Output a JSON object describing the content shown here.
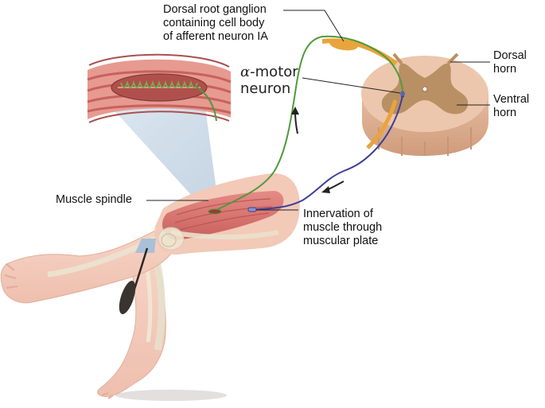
{
  "labels": {
    "dorsal_root_ganglion": [
      "Dorsal root ganglion",
      "containing cell body",
      "of afferent neuron IA"
    ],
    "motor_neuron": {
      "symbol": "α",
      "line1": "-motor",
      "line2": "neuron"
    },
    "dorsal_horn": [
      "Dorsal",
      "horn"
    ],
    "ventral_horn": [
      "Ventral",
      "horn"
    ],
    "muscle_spindle": "Muscle spindle",
    "innervation": [
      "Innervation of",
      "muscle through",
      "muscular plate"
    ]
  },
  "colors": {
    "afferent_neuron": "#4e9a3c",
    "efferent_neuron": "#3c3f97",
    "ganglion": "#e9a43c",
    "spinal_cord": "#e8c0a4",
    "grey_matter": "#b98f64",
    "muscle": "#d9716e",
    "skin": "#f2c8b8",
    "spindle_cone": "#b9cde0",
    "hammer": "#3a3431"
  }
}
